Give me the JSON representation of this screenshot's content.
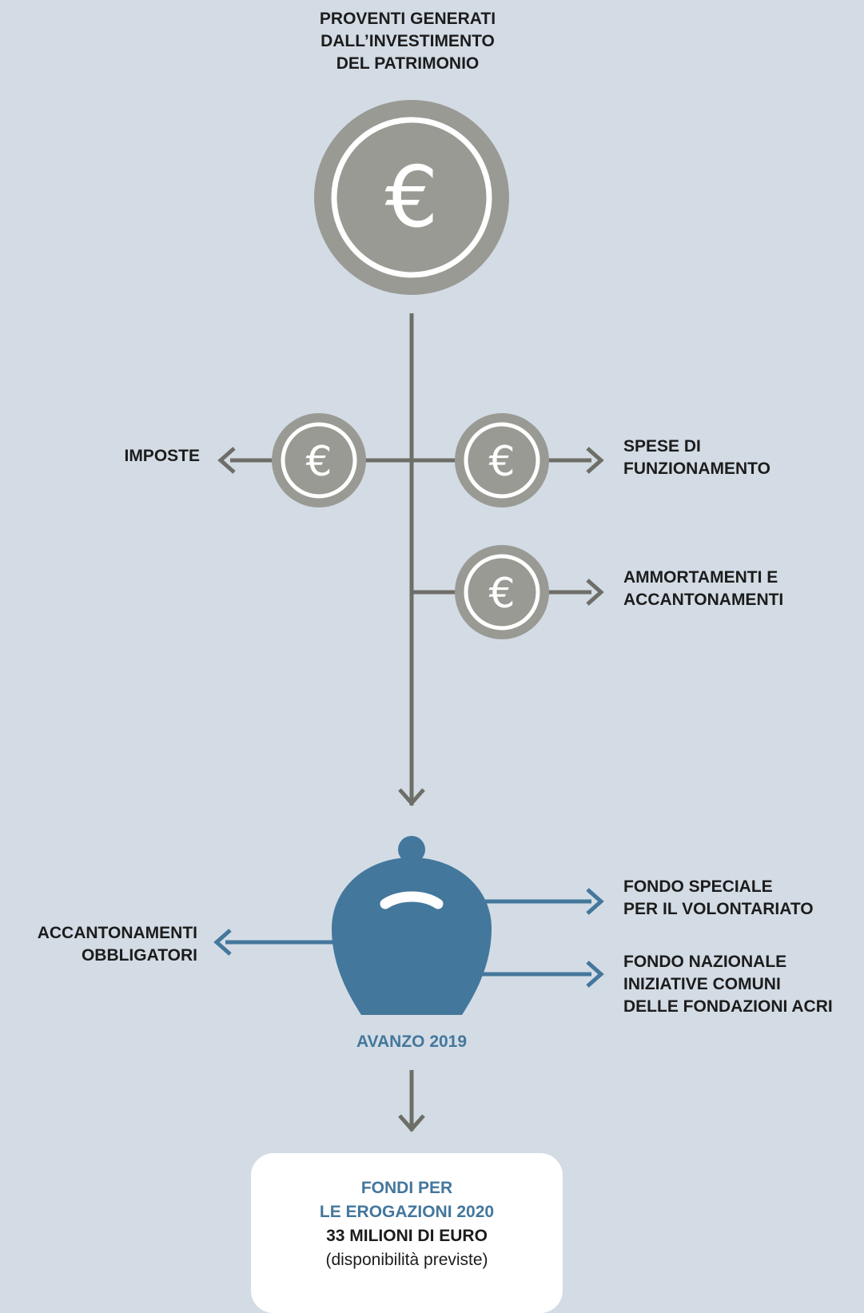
{
  "title": {
    "line1": "PROVENTI GENERATI",
    "line2": "DALL’INVESTIMENTO",
    "line3": "DEL PATRIMONIO"
  },
  "icons": {
    "euro_symbol": "€"
  },
  "labels": {
    "imposte": "IMPOSTE",
    "spese_line1": "SPESE DI",
    "spese_line2": "FUNZIONAMENTO",
    "ammortamenti_line1": "AMMORTAMENTI E",
    "ammortamenti_line2": "ACCANTONAMENTI",
    "accantonamenti_obbl_line1": "ACCANTONAMENTI",
    "accantonamenti_obbl_line2": "OBBLIGATORI",
    "fondo_volontariato_line1": "FONDO SPECIALE",
    "fondo_volontariato_line2": "PER IL VOLONTARIATO",
    "fondo_nazionale_line1": "FONDO NAZIONALE",
    "fondo_nazionale_line2": "INIZIATIVE COMUNI",
    "fondo_nazionale_line3": "DELLE FONDAZIONI ACRI",
    "avanzo": "AVANZO 2019"
  },
  "result": {
    "line1": "FONDI PER",
    "line2": "LE EROGAZIONI 2020",
    "amount": "33 MILIONI DI EURO",
    "note": "(disponibilità previste)"
  },
  "colors": {
    "background": "#d3dce5",
    "coin": "#9a9a94",
    "arrow_gray": "#6e6e68",
    "accent_blue": "#44779c",
    "text": "#1c1c1c",
    "box": "#ffffff"
  }
}
